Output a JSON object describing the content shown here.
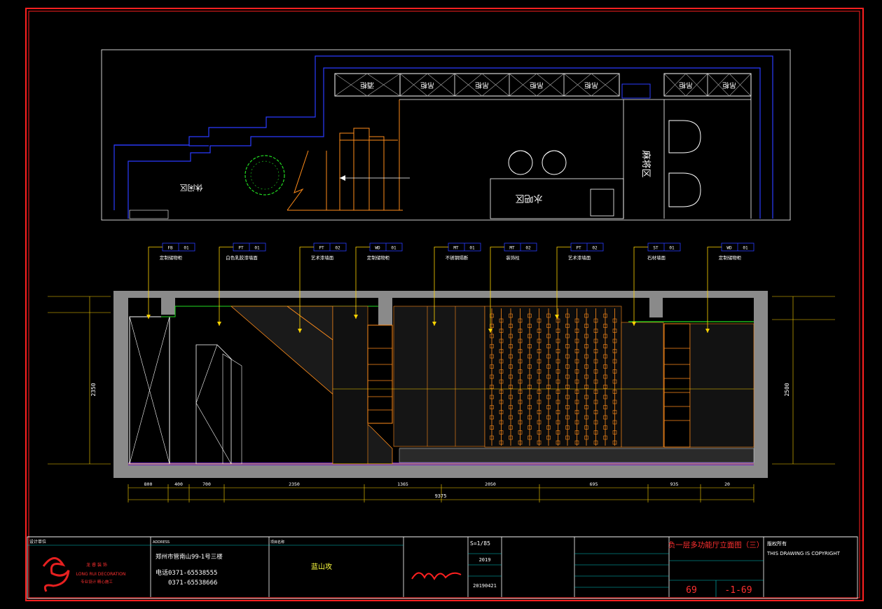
{
  "drawing": {
    "plan_labels": {
      "wine_cabinet": "酒柜",
      "cabinet": "吊柜",
      "leisure_area": "休闲区",
      "bar_area": "水吧区",
      "mahjong_area": "麻将区"
    },
    "callouts": [
      {
        "code": "FB",
        "num": "01",
        "text": "定制储物柜"
      },
      {
        "code": "PT",
        "num": "01",
        "text": "白色乳胶漆墙面"
      },
      {
        "code": "PT",
        "num": "02",
        "text": "艺术漆墙面"
      },
      {
        "code": "WD",
        "num": "01",
        "text": "定制储物柜"
      },
      {
        "code": "MT",
        "num": "01",
        "text": "不锈钢隔断"
      },
      {
        "code": "MT",
        "num": "02",
        "text": "装饰柱"
      },
      {
        "code": "PT",
        "num": "02",
        "text": "艺术漆墙面"
      },
      {
        "code": "ST",
        "num": "01",
        "text": "石材墙面"
      },
      {
        "code": "WD",
        "num": "01",
        "text": "定制储物柜"
      }
    ],
    "dimensions": [
      "800",
      "400",
      "700",
      "2350",
      "1365",
      "2050",
      "695",
      "935",
      "20"
    ],
    "total_dimension": "9375",
    "height_left": "2350",
    "height_right": "2500"
  },
  "title_block": {
    "company_label": "设计单位",
    "company_name_cn": "龙 睿 装 饰",
    "company_name_en": "LONG RUI DECORATION",
    "company_slogan": "专业设计 精心施工",
    "address_label": "ADDRESS",
    "address": "郑州市管南山99-1号三楼",
    "phone_label": "电话",
    "phone1": "0371-65538555",
    "phone2": "0371-65538666",
    "project_label": "项目名称",
    "project_name": "蓝山攻",
    "scale": "S=1/85",
    "year": "2019",
    "date": "20190421",
    "drawing_title": "负一层多功能厅立面图（三）",
    "copyright_cn": "版权所有",
    "copyright_en": "THIS DRAWING IS COPYRIGHT",
    "sheet_no_a": "69",
    "sheet_no_b": "-1-69"
  }
}
